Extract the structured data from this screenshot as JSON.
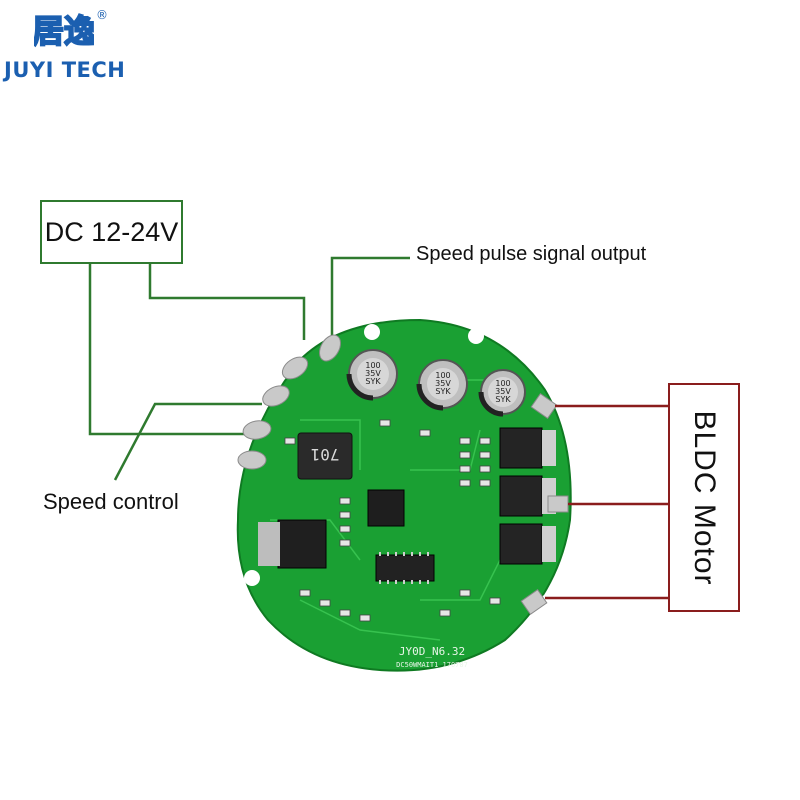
{
  "brand": {
    "logo_chars": "居逸",
    "registered_mark": "®",
    "name": "JUYI TECH",
    "color": "#1b5fb0"
  },
  "labels": {
    "power": "DC 12-24V",
    "pulse": "Speed pulse signal output",
    "speed": "Speed control",
    "motor": "BLDC  Motor"
  },
  "board": {
    "inductor": "701",
    "capacitors": [
      "100\n35V\nSYK",
      "100\n35V\nSYK",
      "100\n35V\nSYK"
    ],
    "silkscreen_1": "JY0D_N6.32",
    "silkscreen_2": "DC50WMAIT1 170707"
  },
  "colors": {
    "pcb": "#1aa033",
    "power_wire": "#2f7a2f",
    "motor_wire": "#8a1d1d"
  }
}
